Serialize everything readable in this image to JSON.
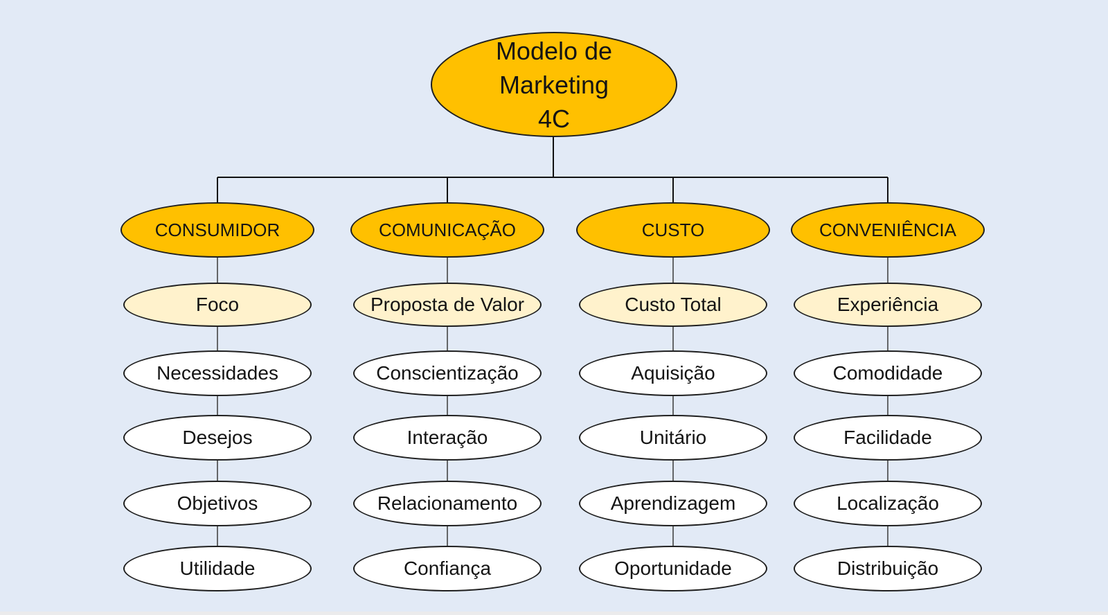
{
  "title": "Modelo de Marketing 4C",
  "root": {
    "lines": [
      "Modelo de",
      "Marketing",
      "4C"
    ]
  },
  "columns": [
    {
      "header": "CONSUMIDOR",
      "sub": "Foco",
      "items": [
        "Necessidades",
        "Desejos",
        "Objetivos",
        "Utilidade"
      ]
    },
    {
      "header": "COMUNICAÇÃO",
      "sub": "Proposta de Valor",
      "items": [
        "Conscientização",
        "Interação",
        "Relacionamento",
        "Confiança"
      ]
    },
    {
      "header": "CUSTO",
      "sub": "Custo Total",
      "items": [
        "Aquisição",
        "Unitário",
        "Aprendizagem",
        "Oportunidade"
      ]
    },
    {
      "header": "CONVENIÊNCIA",
      "sub": "Experiência",
      "items": [
        "Comodidade",
        "Facilidade",
        "Localização",
        "Distribuição"
      ]
    }
  ],
  "colors": {
    "background": "#E2EAF6",
    "primary_fill": "#FFC000",
    "secondary_fill": "#FFF2CC",
    "leaf_fill": "#FFFFFF",
    "outline": "#1F1F1F",
    "connector": "#444444"
  }
}
